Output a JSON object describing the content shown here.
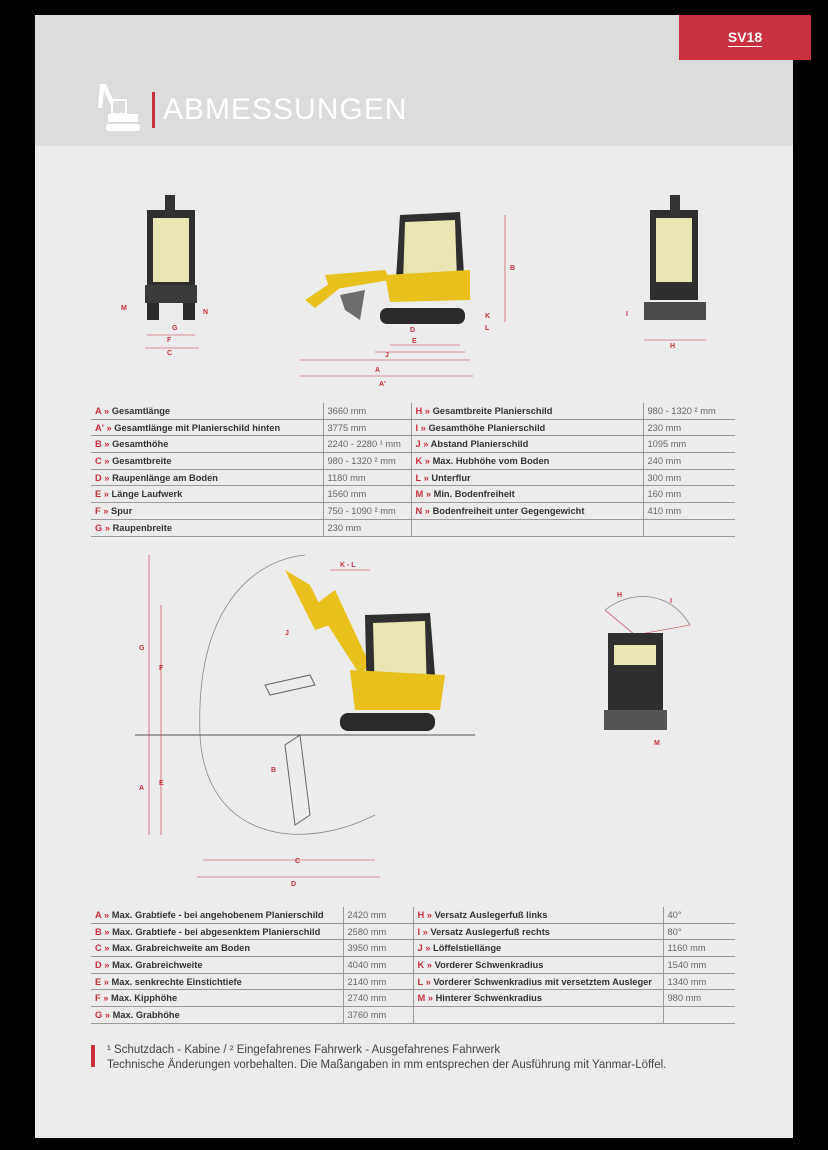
{
  "model": "SV18",
  "title": "ABMESSUNGEN",
  "diagram_labels_top": [
    "A",
    "A'",
    "B",
    "C",
    "D",
    "E",
    "F",
    "G",
    "H",
    "I",
    "J",
    "K",
    "L",
    "M",
    "N"
  ],
  "table1": {
    "left": [
      {
        "key": "A",
        "label": "Gesamtlänge",
        "value": "3660 mm"
      },
      {
        "key": "A'",
        "label": "Gesamtlänge mit Planierschild hinten",
        "value": "3775 mm"
      },
      {
        "key": "B",
        "label": "Gesamthöhe",
        "value": "2240 - 2280 ¹ mm"
      },
      {
        "key": "C",
        "label": "Gesamtbreite",
        "value": "980 - 1320 ² mm"
      },
      {
        "key": "D",
        "label": "Raupenlänge am Boden",
        "value": "1180 mm"
      },
      {
        "key": "E",
        "label": "Länge Laufwerk",
        "value": "1560 mm"
      },
      {
        "key": "F",
        "label": "Spur",
        "value": "750 - 1090 ² mm"
      },
      {
        "key": "G",
        "label": "Raupenbreite",
        "value": "230 mm"
      }
    ],
    "right": [
      {
        "key": "H",
        "label": "Gesamtbreite Planierschild",
        "value": "980 - 1320 ² mm"
      },
      {
        "key": "I",
        "label": "Gesamthöhe Planierschild",
        "value": "230 mm"
      },
      {
        "key": "J",
        "label": "Abstand Planierschild",
        "value": "1095 mm"
      },
      {
        "key": "K",
        "label": "Max. Hubhöhe vom Boden",
        "value": "240 mm"
      },
      {
        "key": "L",
        "label": "Unterflur",
        "value": "300 mm"
      },
      {
        "key": "M",
        "label": "Min. Bodenfreiheit",
        "value": "160 mm"
      },
      {
        "key": "N",
        "label": "Bodenfreiheit unter Gegengewicht",
        "value": "410 mm"
      },
      {
        "key": "",
        "label": "",
        "value": ""
      }
    ]
  },
  "diagram_labels_bottom": [
    "A",
    "B",
    "C",
    "D",
    "E",
    "F",
    "G",
    "H",
    "I",
    "J",
    "K - L",
    "M"
  ],
  "table2": {
    "left": [
      {
        "key": "A",
        "label": "Max. Grabtiefe - bei angehobenem Planierschild",
        "value": "2420 mm"
      },
      {
        "key": "B",
        "label": "Max. Grabtiefe - bei abgesenktem Planierschild",
        "value": "2580 mm"
      },
      {
        "key": "C",
        "label": "Max. Grabreichweite am Boden",
        "value": "3950 mm"
      },
      {
        "key": "D",
        "label": "Max. Grabreichweite",
        "value": "4040 mm"
      },
      {
        "key": "E",
        "label": "Max. senkrechte Einstichtiefe",
        "value": "2140 mm"
      },
      {
        "key": "F",
        "label": "Max. Kipphöhe",
        "value": "2740 mm"
      },
      {
        "key": "G",
        "label": "Max. Grabhöhe",
        "value": "3760 mm"
      }
    ],
    "right": [
      {
        "key": "H",
        "label": "Versatz Auslegerfuß links",
        "value": "40°"
      },
      {
        "key": "I",
        "label": "Versatz Auslegerfuß rechts",
        "value": "80°"
      },
      {
        "key": "J",
        "label": "Löffelstiellänge",
        "value": "1160 mm"
      },
      {
        "key": "K",
        "label": "Vorderer Schwenkradius",
        "value": "1540 mm"
      },
      {
        "key": "L",
        "label": "Vorderer Schwenkradius mit versetztem Ausleger",
        "value": "1340 mm"
      },
      {
        "key": "M",
        "label": "Hinterer Schwenkradius",
        "value": "980 mm"
      },
      {
        "key": "",
        "label": "",
        "value": ""
      }
    ]
  },
  "footnotes": {
    "line1": "¹ Schutzdach - Kabine / ² Eingefahrenes Fahrwerk - Ausgefahrenes Fahrwerk",
    "line2": "Technische Änderungen vorbehalten. Die Maßangaben in mm entsprechen der Ausführung mit Yanmar-Löffel."
  }
}
